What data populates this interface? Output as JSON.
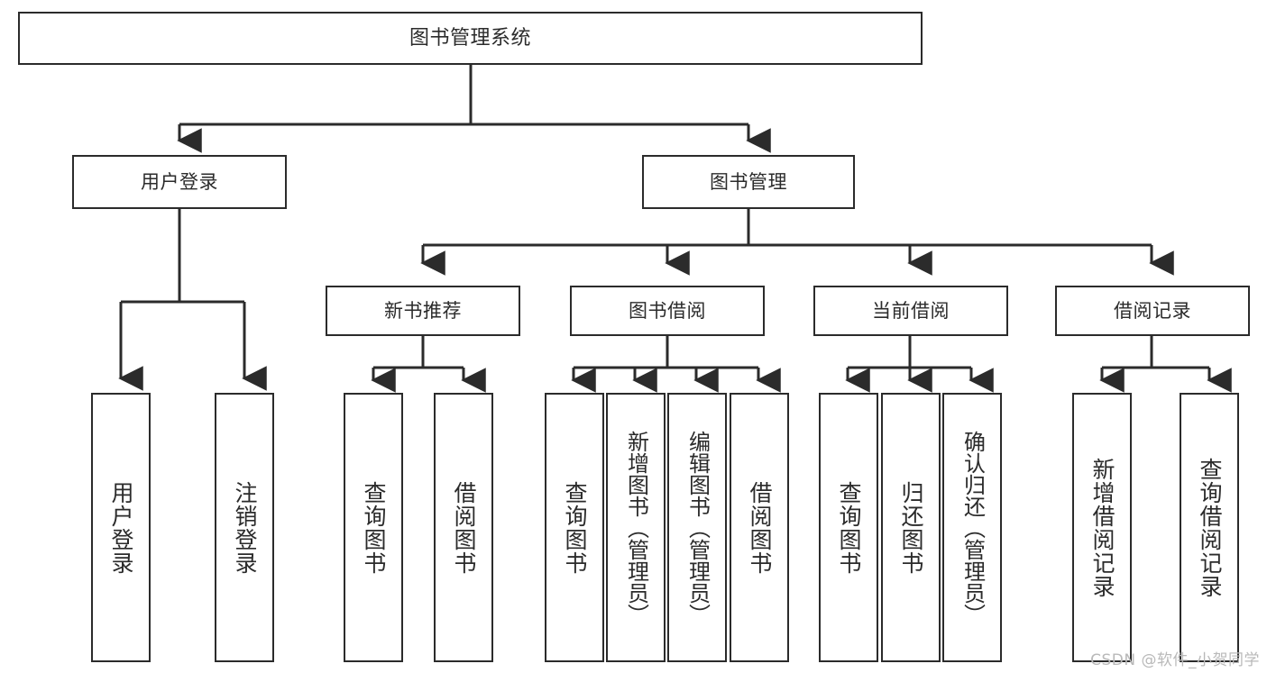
{
  "diagram": {
    "title": "图书管理系统",
    "type": "tree-hierarchy-functional-structure",
    "watermark": "CSDN @软件_小贺同学",
    "colors": {
      "stroke": "#2b2b2b",
      "fill": "#ffffff",
      "text": "#2b2b2b",
      "watermark": "#b9b9b9"
    },
    "nodes": {
      "root": "图书管理系统",
      "level2": [
        "用户登录",
        "图书管理"
      ],
      "level3": [
        "新书推荐",
        "图书借阅",
        "当前借阅",
        "借阅记录"
      ],
      "leaves": {
        "user_login": [
          "用户登录",
          "注销登录"
        ],
        "new_book_recommend": [
          "查询图书",
          "借阅图书"
        ],
        "book_borrow": [
          "查询图书",
          "新增图书（管理员）",
          "编辑图书（管理员）",
          "借阅图书"
        ],
        "current_borrow": [
          "查询图书",
          "归还图书",
          "确认归还（管理员）"
        ],
        "borrow_record": [
          "新增借阅记录",
          "查询借阅记录"
        ]
      }
    }
  }
}
